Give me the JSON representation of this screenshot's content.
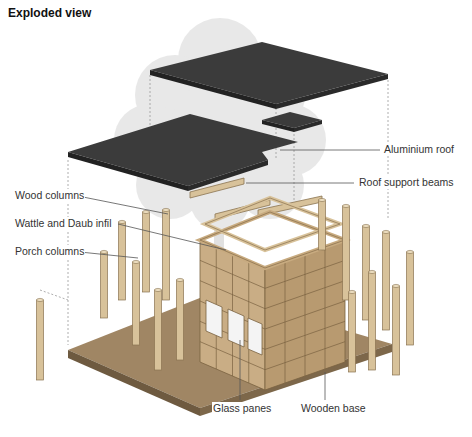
{
  "diagram": {
    "title": "Exploded view",
    "labels": [
      "Aluminium roof",
      "Roof support beams",
      "Wood columns",
      "Wattle and Daub infil",
      "Porch columns",
      "Glass panes",
      "Wooden base"
    ]
  }
}
